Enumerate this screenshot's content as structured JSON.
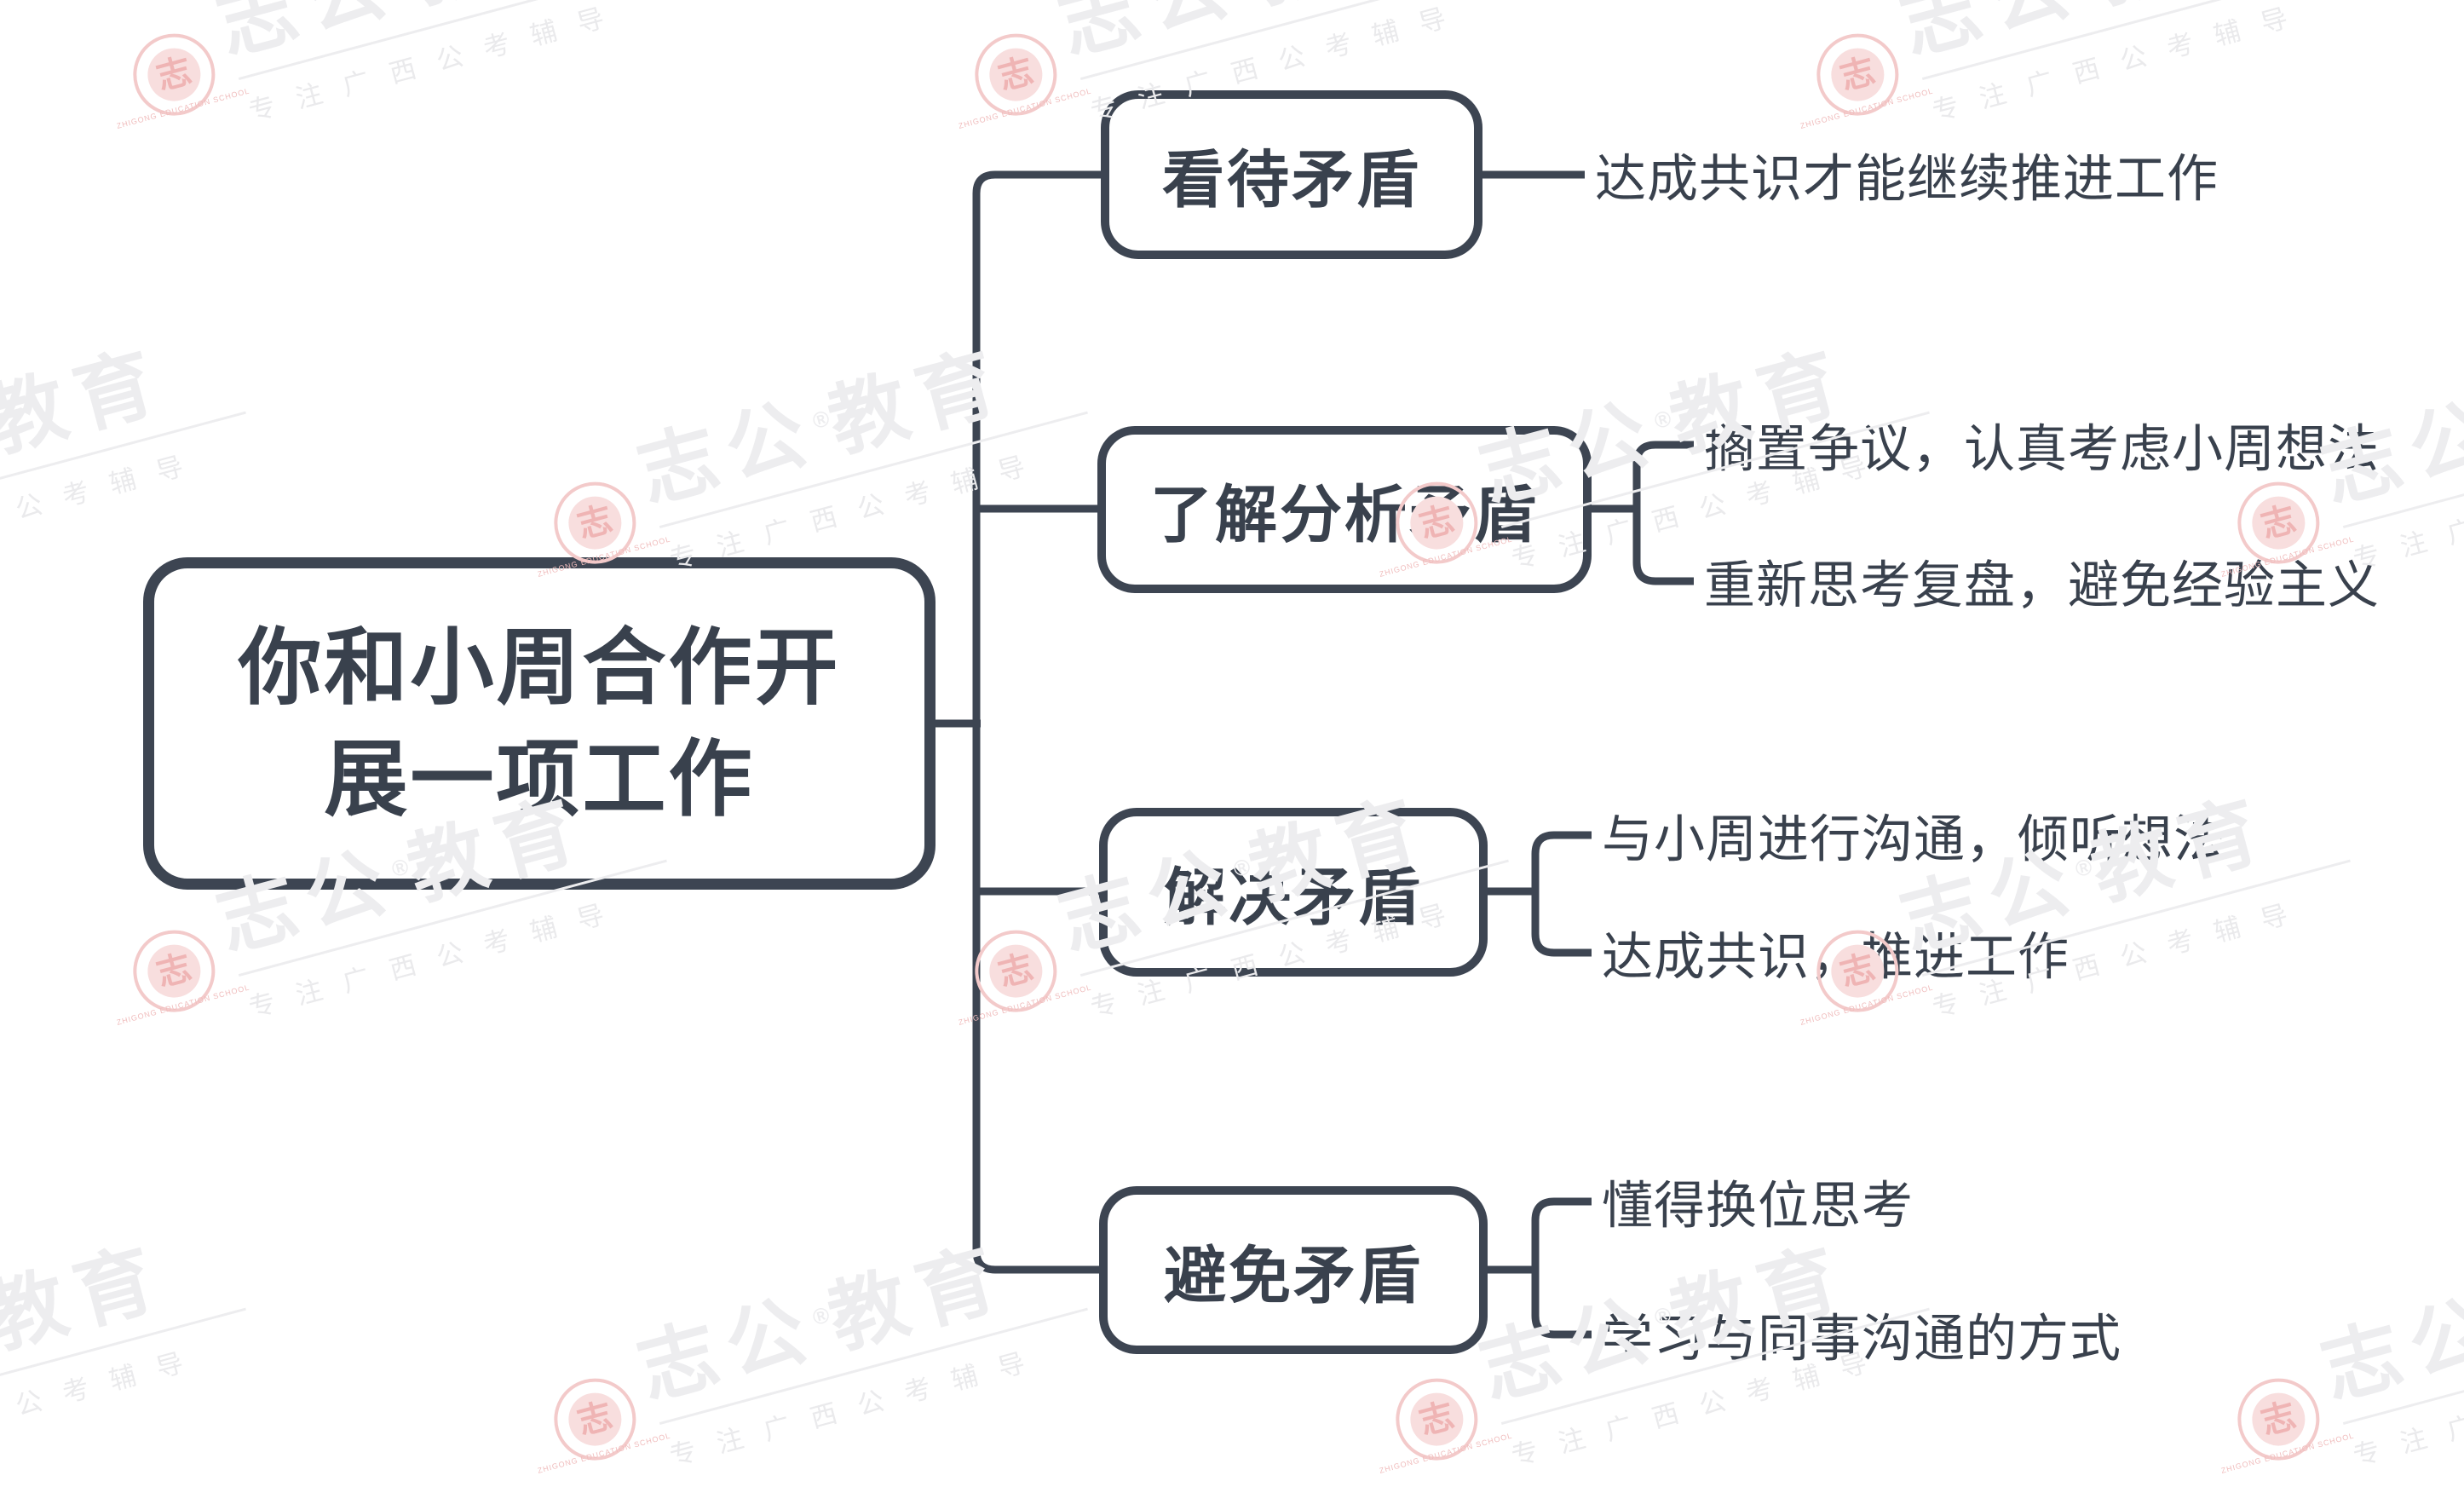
{
  "diagram": {
    "root": {
      "title": "你和小周合作开\n展一项工作"
    },
    "branches": [
      {
        "title": "看待矛盾",
        "children": [
          "达成共识才能继续推进工作"
        ]
      },
      {
        "title": "了解分析矛盾",
        "children": [
          "搁置争议，认真考虑小周想法",
          "重新思考复盘，避免经验主义"
        ]
      },
      {
        "title": "解决矛盾",
        "children": [
          "与小周进行沟通，倾听想法",
          "达成共识，推进工作"
        ]
      },
      {
        "title": "避免矛盾",
        "children": [
          "懂得换位思考",
          "学习与同事沟通的方式"
        ]
      }
    ]
  },
  "watermark": {
    "brand_left": "志公",
    "reg_mark": "®",
    "brand_right": "教育",
    "slogan": "专注广西公考辅导",
    "seal_char": "志",
    "seal_ring_text": "ZHIGONG EDUCATION SCHOOL"
  },
  "colors": {
    "stroke": "#3d4552",
    "text": "#39414d",
    "background": "#ffffff",
    "watermark_gray": "#ededef",
    "watermark_red": "#f3caca"
  }
}
